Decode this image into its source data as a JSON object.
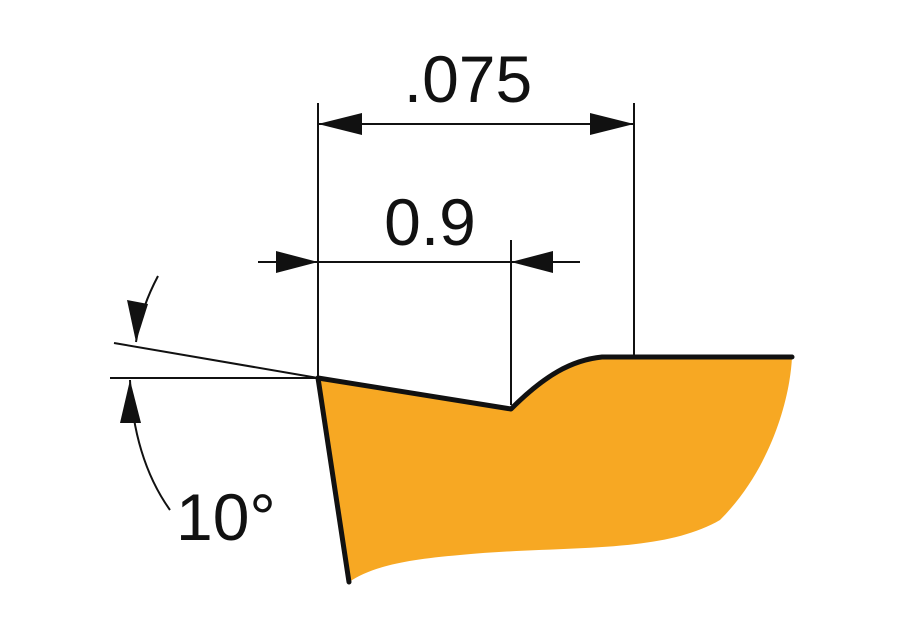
{
  "dimensions": {
    "overall_width": ".075",
    "land_width": "0.9",
    "angle": "10°"
  },
  "colors": {
    "insert_fill": "#F7A823",
    "outline": "#111111",
    "background": "#FFFFFF"
  }
}
